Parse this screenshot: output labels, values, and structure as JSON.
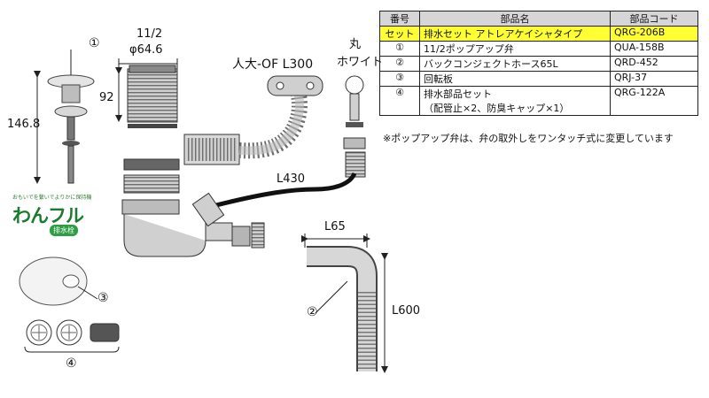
{
  "dimensions": {
    "height": "146.8",
    "size_top": "11/2",
    "size_dia": "φ64.6",
    "height2": "92",
    "overflow": "人大-OF L300",
    "cap_line1": "丸",
    "cap_line2": "ホワイト",
    "hose_len": "L430",
    "elbow_w": "L65",
    "elbow_len": "L600"
  },
  "callouts": {
    "n1": "①",
    "n2": "②",
    "n3": "③",
    "n4": "④"
  },
  "logo": {
    "tagline": "おもいでを繋いでよりかに保持機",
    "brand": "わんフル",
    "badge": "排水栓"
  },
  "table": {
    "headers": [
      "番号",
      "部品名",
      "部品コード"
    ],
    "rows": [
      {
        "no": "セット",
        "name": "排水セット アトレアケイシャタイプ",
        "code": "QRG-206B"
      },
      {
        "no": "①",
        "name": "11/2ポップアップ弁",
        "code": "QUA-158B"
      },
      {
        "no": "②",
        "name": "バックコンジェクトホース65L",
        "code": "QRD-452"
      },
      {
        "no": "③",
        "name": "回転板",
        "code": "QRJ-37"
      },
      {
        "no": "④",
        "name": "排水部品セット",
        "name2": "（配管止×2、防臭キャップ×1）",
        "code": "QRG-122A"
      }
    ]
  },
  "footnote": "※ポップアップ弁は、弁の取外しをワンタッチ式に変更しています",
  "colors": {
    "highlight": "#ffff33",
    "header_bg": "#d6d6d6",
    "part_gray": "#9a9a9a",
    "logo_green": "#1b7a2f"
  }
}
